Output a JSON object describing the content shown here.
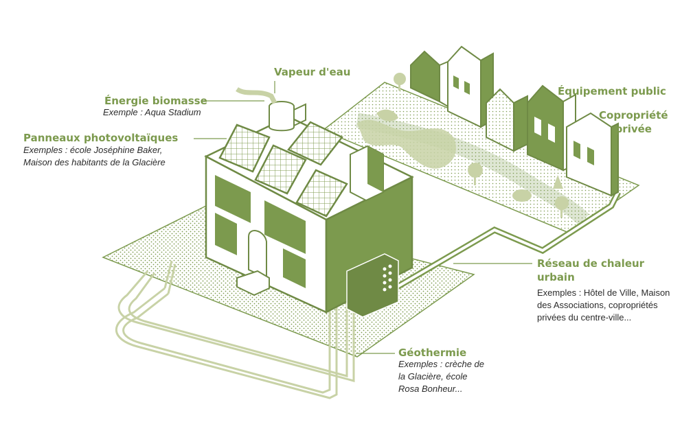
{
  "colors": {
    "green": "#7c9a4e",
    "dark_green": "#6f8a45",
    "light_green": "#c8d2a6",
    "text": "#2b2b2b"
  },
  "labels": {
    "vapeur": {
      "title": "Vapeur d'eau"
    },
    "biomasse": {
      "title": "Énergie biomasse",
      "example": "Exemple : Aqua Stadium"
    },
    "photovoltaiques": {
      "title": "Panneaux photovoltaïques",
      "example_lines": [
        "Exemples : école Joséphine Baker,",
        "Maison des habitants de la Glacière"
      ]
    },
    "equipement": {
      "title": "Équipement public"
    },
    "copropriete": {
      "title_lines": [
        "Copropriété",
        "privée"
      ]
    },
    "reseau": {
      "title_lines": [
        "Réseau de chaleur",
        "urbain"
      ],
      "example_lines": [
        "Exemples : Hôtel de Ville, Maison",
        "des Associations, copropriétés",
        "privées du centre-ville..."
      ]
    },
    "geothermie": {
      "title": "Géothermie",
      "example_lines": [
        "Exemples : crèche de",
        "la Glacière, école",
        "Rosa Bonheur..."
      ]
    }
  }
}
